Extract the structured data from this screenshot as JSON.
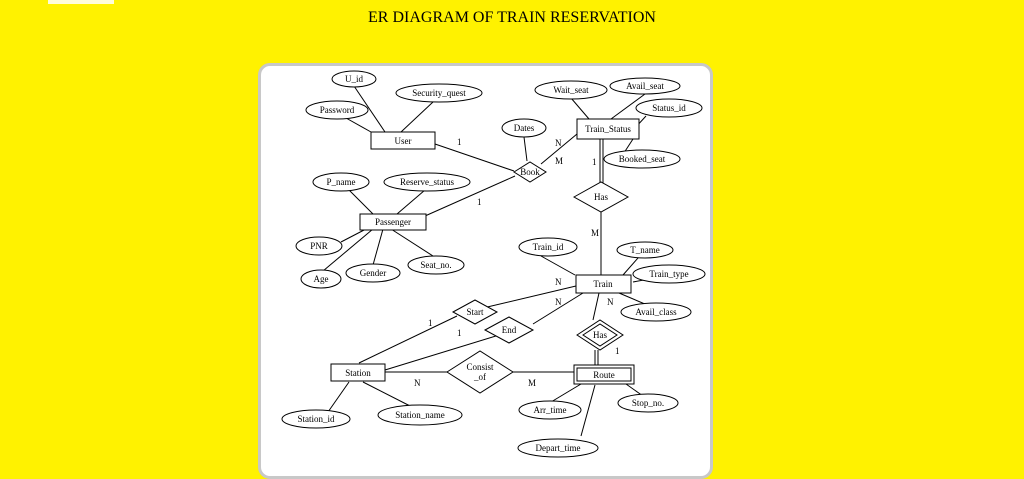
{
  "page": {
    "title": "ER DIAGRAM OF TRAIN RESERVATION"
  },
  "entities": {
    "user": "User",
    "train_status": "Train_Status",
    "passenger": "Passenger",
    "train": "Train",
    "station": "Station",
    "route": "Route"
  },
  "relationships": {
    "book": "Book",
    "has_status": "Has",
    "start": "Start",
    "end": "End",
    "has_route": "Has",
    "consist_line1": "Consist",
    "consist_line2": "_of"
  },
  "attributes": {
    "u_id": "U_id",
    "security_quest": "Security_quest",
    "password": "Password",
    "wait_seat": "Wait_seat",
    "avail_seat": "Avail_seat",
    "status_id": "Status_id",
    "dates": "Dates",
    "booked_seat": "Booked_seat",
    "p_name": "P_name",
    "reserve_status": "Reserve_status",
    "pnr": "PNR",
    "age": "Age",
    "gender": "Gender",
    "seat_no": "Seat_no.",
    "train_id": "Train_id",
    "t_name": "T_name",
    "train_type": "Train_type",
    "avail_class": "Avail_class",
    "arr_time": "Arr_time",
    "stop_no": "Stop_no.",
    "depart_time": "Depart_time",
    "station_id": "Station_id",
    "station_name": "Station_name"
  },
  "cardinalities": {
    "user_book": "1",
    "status_book": "N",
    "book_m": "M",
    "passenger_book": "1",
    "status_has": "1",
    "has_train": "M",
    "train_start": "N",
    "train_end": "N",
    "train_has": "N",
    "start_station": "1",
    "end_station": "1",
    "has_route": "1",
    "station_consist": "N",
    "consist_route": "M"
  }
}
